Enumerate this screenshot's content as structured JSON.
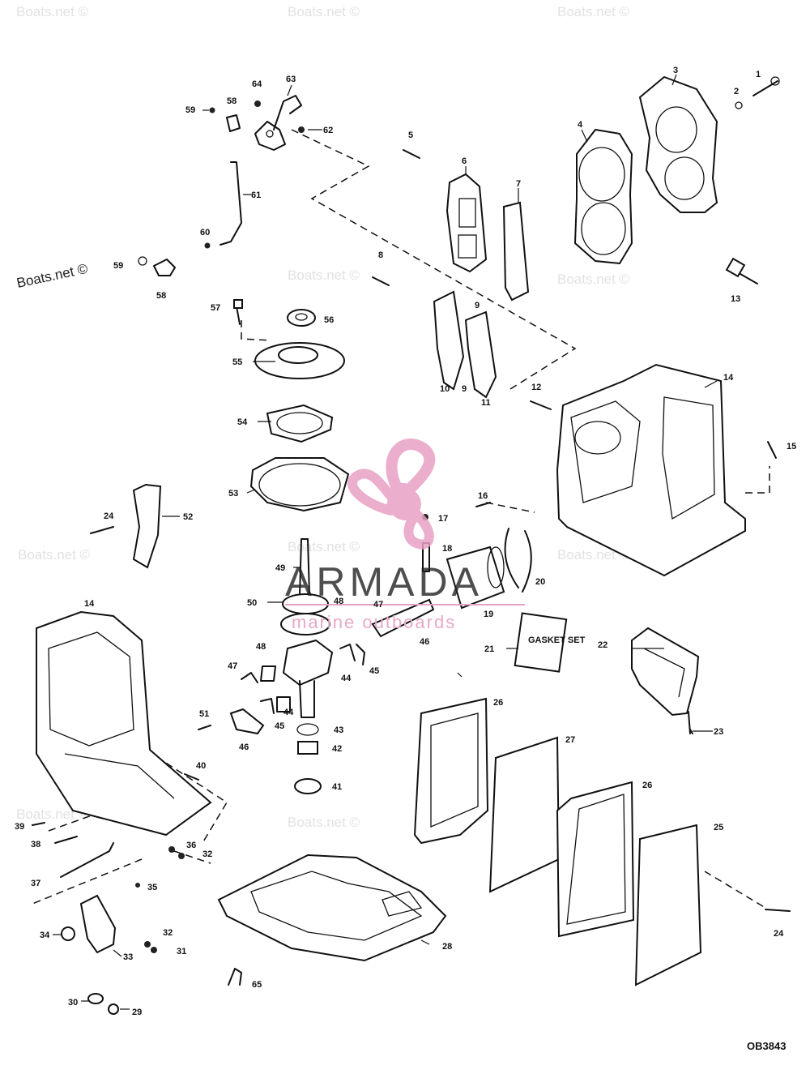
{
  "watermarks": {
    "main": "Boats.net ©",
    "repeat": "Boats.net ©",
    "brand": "ARMADA",
    "tagline": "marine outboards"
  },
  "diagram_code": "OB3843",
  "box_label": "GASKET SET",
  "brand_color": "#e8a0c4",
  "callouts": {
    "c1": "1",
    "c2": "2",
    "c3": "3",
    "c4": "4",
    "c5": "5",
    "c6": "6",
    "c7": "7",
    "c8": "8",
    "c9a": "9",
    "c9b": "9",
    "c10": "10",
    "c11": "11",
    "c12": "12",
    "c13": "13",
    "c14a": "14",
    "c14b": "14",
    "c15": "15",
    "c16": "16",
    "c17": "17",
    "c18": "18",
    "c19": "19",
    "c20": "20",
    "c21": "21",
    "c22": "22",
    "c23": "23",
    "c24a": "24",
    "c24b": "24",
    "c25": "25",
    "c26a": "26",
    "c26b": "26",
    "c27": "27",
    "c28": "28",
    "c29": "29",
    "c30": "30",
    "c31": "31",
    "c32a": "32",
    "c32b": "32",
    "c33": "33",
    "c34": "34",
    "c35": "35",
    "c36": "36",
    "c37": "37",
    "c38": "38",
    "c39": "39",
    "c40": "40",
    "c41": "41",
    "c42": "42",
    "c43": "43",
    "c44a": "44",
    "c44b": "44",
    "c45a": "45",
    "c45b": "45",
    "c46a": "46",
    "c46b": "46",
    "c47a": "47",
    "c47b": "47",
    "c48a": "48",
    "c48b": "48",
    "c49": "49",
    "c50": "50",
    "c51": "51",
    "c52": "52",
    "c53": "53",
    "c54": "54",
    "c55": "55",
    "c56": "56",
    "c57": "57",
    "c58a": "58",
    "c58b": "58",
    "c59a": "59",
    "c59b": "59",
    "c60": "60",
    "c61": "61",
    "c62": "62",
    "c63": "63",
    "c64": "64",
    "c65": "65"
  }
}
